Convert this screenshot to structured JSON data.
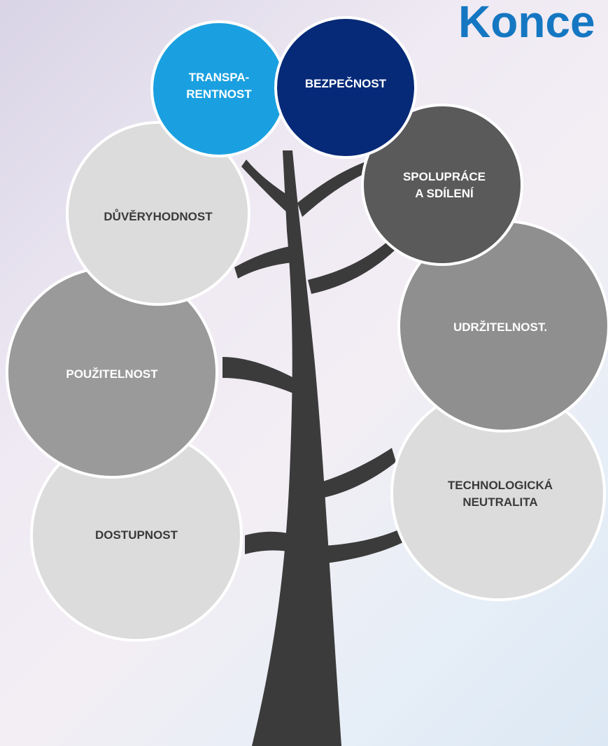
{
  "title": "Konce",
  "colors": {
    "trunk": "#3b3b3b",
    "transparentnost": "#1aa0e0",
    "bezpecnost": "#062a78",
    "dark_gray": "#5a5a5a",
    "mid_gray": "#8f8f8f",
    "mid_gray2": "#9a9a9a",
    "light_gray": "#dcdcdc",
    "title": "#1577c2"
  },
  "principles": {
    "transparentnost": "TRANSPA-\nRENTNOST",
    "bezpecnost": "BEZPEČNOST",
    "spoluprace": "SPOLUPRÁCE\nA SDÍLENÍ",
    "duveryhodnost": "DŮVĚRYHODNOST",
    "udrzitelnost": "UDRŽITELNOST.",
    "pouzitelnost": "POUŽITELNOST",
    "technologicka": "TECHNOLOGICKÁ\nNEUTRALITA",
    "dostupnost": "DOSTUPNOST"
  }
}
